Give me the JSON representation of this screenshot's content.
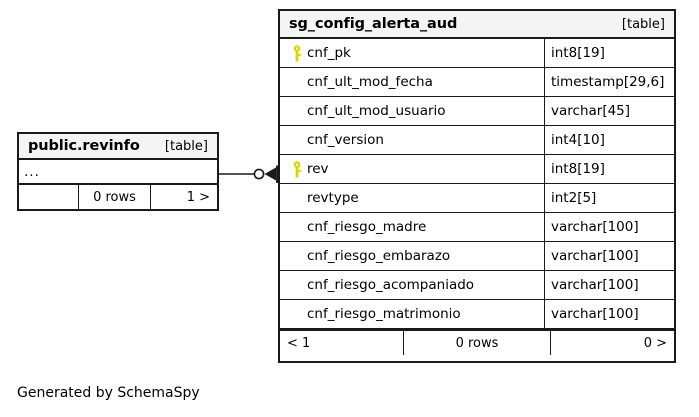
{
  "diagram": {
    "caption": "Generated by SchemaSpy",
    "accent_key_color": "#d8d800",
    "border_color": "#1a1a1a",
    "header_bg": "#f4f4f4"
  },
  "main_table": {
    "title": "sg_config_alerta_aud",
    "kind": "[table]",
    "columns": [
      {
        "name": "cnf_pk",
        "type": "int8[19]",
        "key": true
      },
      {
        "name": "cnf_ult_mod_fecha",
        "type": "timestamp[29,6]",
        "key": false
      },
      {
        "name": "cnf_ult_mod_usuario",
        "type": "varchar[45]",
        "key": false
      },
      {
        "name": "cnf_version",
        "type": "int4[10]",
        "key": false
      },
      {
        "name": "rev",
        "type": "int8[19]",
        "key": true
      },
      {
        "name": "revtype",
        "type": "int2[5]",
        "key": false
      },
      {
        "name": "cnf_riesgo_madre",
        "type": "varchar[100]",
        "key": false
      },
      {
        "name": "cnf_riesgo_embarazo",
        "type": "varchar[100]",
        "key": false
      },
      {
        "name": "cnf_riesgo_acompaniado",
        "type": "varchar[100]",
        "key": false
      },
      {
        "name": "cnf_riesgo_matrimonio",
        "type": "varchar[100]",
        "key": false
      }
    ],
    "footer": {
      "prev": "< 1",
      "rows": "0 rows",
      "next": "0 >"
    }
  },
  "ref_table": {
    "title": "public.revinfo",
    "kind": "[table]",
    "ellipsis": "...",
    "footer": {
      "prev": "",
      "rows": "0 rows",
      "next": "1 >"
    }
  },
  "relationship": {
    "icon": "zero-to-many-crowsfoot-connector"
  }
}
